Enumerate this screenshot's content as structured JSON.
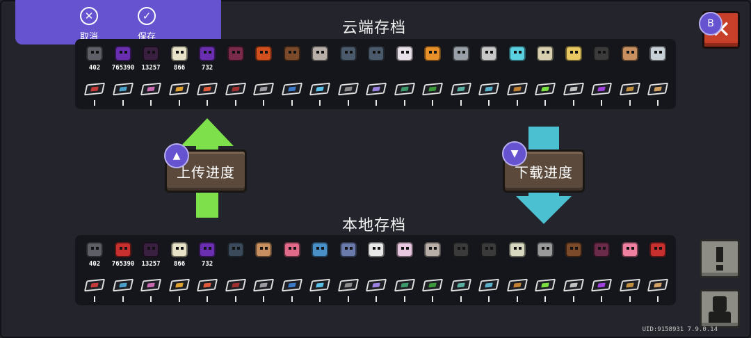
{
  "topbar": {
    "cancel": {
      "label": "取消",
      "icon": "close-circle-icon",
      "glyph": "✕"
    },
    "save": {
      "label": "保存",
      "icon": "check-circle-icon",
      "glyph": "✓"
    }
  },
  "cloud": {
    "title": "云端存档",
    "counts": [
      "402",
      "765390",
      "13257",
      "866",
      "732"
    ],
    "item_colors": [
      "#5e5e66",
      "#6a2fb0",
      "#3a2040",
      "#e8e3c8",
      "#6a2fb0",
      "#7a2a4a",
      "#d2501e",
      "#7a4a2a",
      "#b8b0a8",
      "#4a5a6a",
      "#4a5a6a",
      "#e8e0e8",
      "#e8902a",
      "#9aa0a8",
      "#c8c8c8",
      "#5ad0e0",
      "#d8d0b0",
      "#e8c860",
      "#3a3a3a",
      "#c89060",
      "#c8d0d8"
    ],
    "card_colors": [
      "#c83a3a",
      "#4aa0c8",
      "#c86ab0",
      "#e0a030",
      "#e05a3a",
      "#a03030",
      "#9a9aa0",
      "#3a7ac8",
      "#5ac0e8",
      "#8a8a8a",
      "#9a80e0",
      "#3a9a6a",
      "#3a9a3a",
      "#5ab0a0",
      "#5ab0c8",
      "#c08030",
      "#7ae040",
      "#c0c0c0",
      "#a040e0",
      "#c09040",
      "#d0a060"
    ]
  },
  "local": {
    "title": "本地存档",
    "counts": [
      "402",
      "765390",
      "13257",
      "866",
      "732"
    ],
    "item_colors": [
      "#5e5e66",
      "#c83030",
      "#3a2040",
      "#e8e3c8",
      "#6a2fb0",
      "#3a4a5a",
      "#c89060",
      "#e06a8a",
      "#4a90c8",
      "#6a7aaa",
      "#e8e8e8",
      "#e8c8e0",
      "#b8b0a8",
      "#3a3a3a",
      "#3a3a3a",
      "#d8d8c0",
      "#9a9a9a",
      "#7a4a2a",
      "#6a2a4a",
      "#f080a0",
      "#c83030"
    ],
    "card_colors": [
      "#c83a3a",
      "#4aa0c8",
      "#c86ab0",
      "#e0a030",
      "#e05a3a",
      "#a03030",
      "#9a9aa0",
      "#3a7ac8",
      "#5ac0e8",
      "#8a8a8a",
      "#9a80e0",
      "#3a9a6a",
      "#3a9a3a",
      "#5ab0a0",
      "#5ab0c8",
      "#c08030",
      "#7ae040",
      "#c0c0c0",
      "#a040e0",
      "#c09040",
      "#d0a060"
    ]
  },
  "upload": {
    "label": "上传进度",
    "arrow_color": "#7ee04a",
    "badge_glyph": "▲"
  },
  "download": {
    "label": "下载进度",
    "arrow_color": "#4ac0d0",
    "badge_glyph": "▼"
  },
  "close": {
    "glyph": "✕",
    "badge": "B"
  },
  "footer": {
    "uid": "UID:9158931 7.9.0.14"
  }
}
